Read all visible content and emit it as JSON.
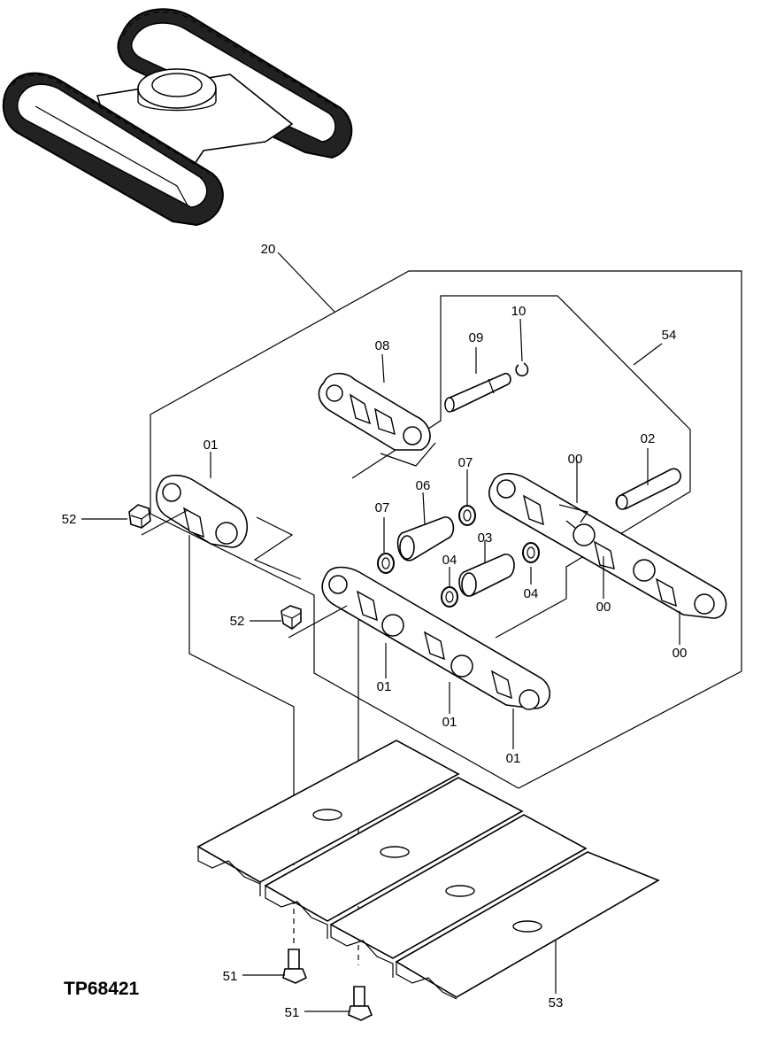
{
  "figure_code": "TP68421",
  "callouts": {
    "c20": "20",
    "c10": "10",
    "c09": "09",
    "c08": "08",
    "c54": "54",
    "c01a": "01",
    "c02": "02",
    "c00a": "00",
    "c07a": "07",
    "c06": "06",
    "c07b": "07",
    "c52a": "52",
    "c03": "03",
    "c04a": "04",
    "c04b": "04",
    "c00b": "00",
    "c00c": "00",
    "c52b": "52",
    "c01b": "01",
    "c01c": "01",
    "c01d": "01",
    "c51a": "51",
    "c53": "53",
    "c51b": "51"
  }
}
